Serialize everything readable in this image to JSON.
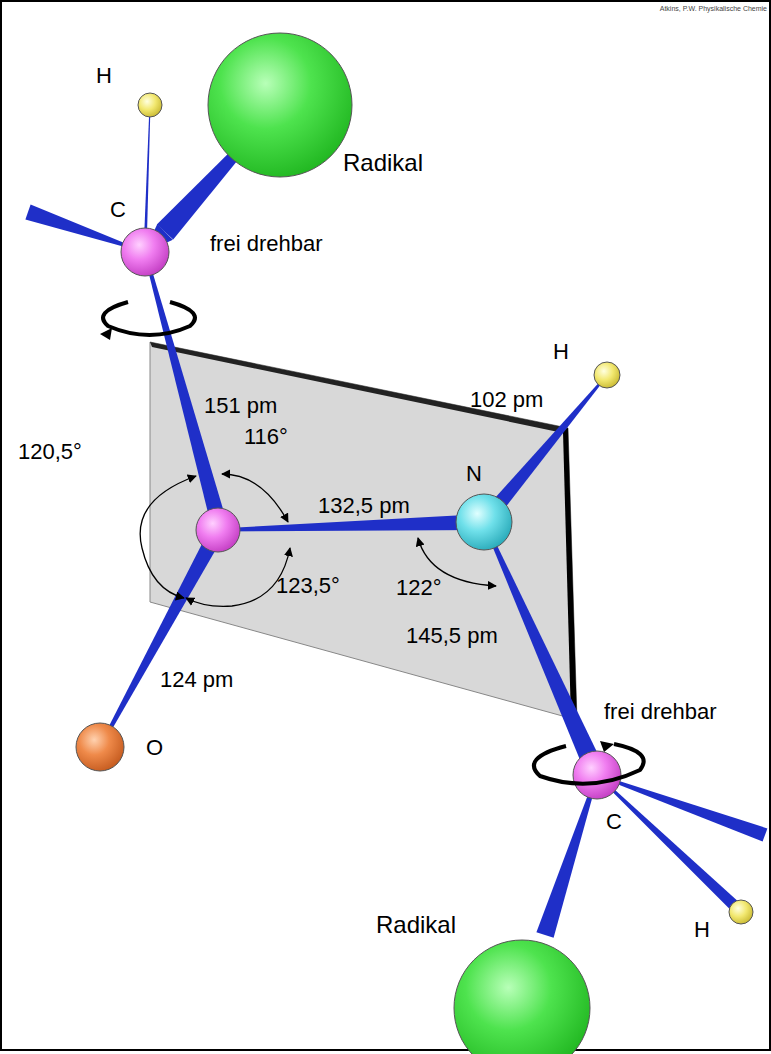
{
  "diagram": {
    "labels": [
      "Atkins, P.W. Physikalische Chemie",
      "H",
      "Radikal",
      "C",
      "frei drehbar",
      "151 pm",
      "116°",
      "120,5°",
      "132,5 pm",
      "H",
      "102 pm",
      "N",
      "123,5°",
      "122°",
      "145,5 pm",
      "124 pm",
      "O",
      "frei drehbar",
      "C",
      "Radikal",
      "H"
    ]
  }
}
